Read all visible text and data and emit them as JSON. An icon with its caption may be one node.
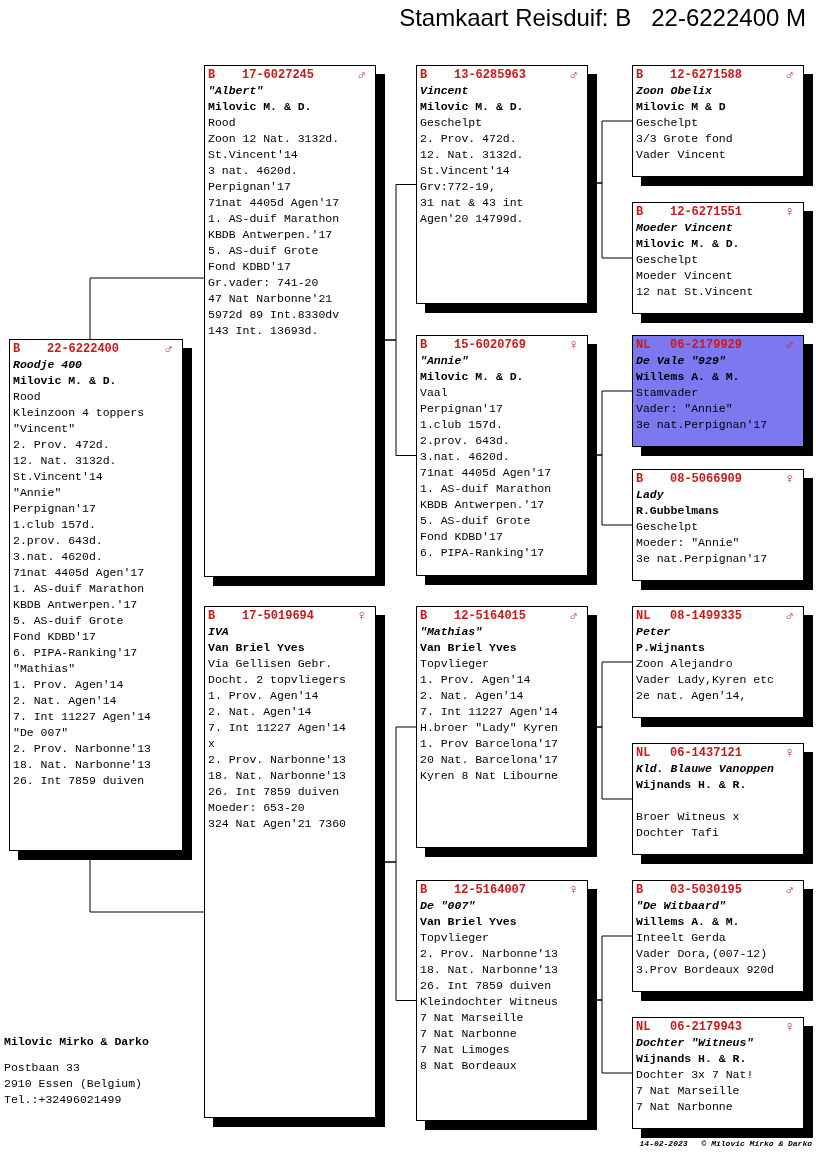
{
  "diagram": {
    "title": "Stamkaart Reisduif: B   22-6222400 M",
    "nodes": [
      {
        "text": [
          "B",
          "22-6222400",
          "♂",
          "Roodje 400",
          "Milovic M. & D.",
          "Rood",
          "Kleinzoon 4 toppers",
          "\"Vincent\"",
          "2. Prov. 472d.",
          "12. Nat. 3132d.",
          "St.Vincent'14",
          "\"Annie\"",
          "Perpignan'17",
          "1.club 157d.",
          "2.prov. 643d.",
          "3.nat. 4620d.",
          "71nat 4405d Agen'17",
          "1. AS-duif Marathon",
          "KBDB Antwerpen.'17",
          "5. AS-duif Grote",
          "Fond KDBD'17",
          "6. PIPA-Ranking'17",
          "\"Mathias\"",
          "1. Prov. Agen'14",
          "2. Nat. Agen'14",
          "7. Int 11227 Agen'14",
          "\"De 007\"",
          "2. Prov. Narbonne'13",
          "18. Nat. Narbonne'13",
          "26. Int 7859 duiven"
        ]
      },
      {
        "text": [
          "B",
          "17-6027245",
          "♂",
          "\"Albert\"",
          "Milovic M. & D.",
          "Rood",
          "Zoon 12 Nat. 3132d.",
          "St.Vincent'14",
          "3 nat. 4620d.",
          "Perpignan'17",
          "71nat 4405d Agen'17",
          "1. AS-duif Marathon",
          "KBDB Antwerpen.'17",
          "5. AS-duif Grote",
          "Fond KDBD'17",
          "Gr.vader: 741-20",
          "47 Nat Narbonne'21",
          "5972d 89 Int.8330dv",
          "143 Int. 13693d."
        ]
      },
      {
        "text": [
          "B",
          "17-5019694",
          "♀",
          "IVA",
          "Van Briel Yves",
          "Via Gellisen Gebr.",
          "Docht. 2 topvliegers",
          "1. Prov. Agen'14",
          "2. Nat. Agen'14",
          "7. Int 11227 Agen'14",
          "x",
          "2. Prov. Narbonne'13",
          "18. Nat. Narbonne'13",
          "26. Int 7859 duiven",
          "Moeder: 653-20",
          "324 Nat Agen'21 7360"
        ]
      },
      {
        "text": [
          "B",
          "13-6285963",
          "♂",
          "Vincent",
          "Milovic M. & D.",
          "Geschelpt",
          "2. Prov. 472d.",
          "12. Nat. 3132d.",
          "St.Vincent'14",
          "Grv:772-19,",
          "31 nat & 43 int",
          "Agen'20 14799d."
        ]
      },
      {
        "text": [
          "B",
          "15-6020769",
          "♀",
          "\"Annie\"",
          "Milovic M. & D.",
          "Vaal",
          "Perpignan'17",
          "1.club 157d.",
          "2.prov. 643d.",
          "3.nat. 4620d.",
          "71nat 4405d Agen'17",
          "1. AS-duif Marathon",
          "KBDB Antwerpen.'17",
          "5. AS-duif Grote",
          "Fond KDBD'17",
          "6. PIPA-Ranking'17"
        ]
      },
      {
        "text": [
          "B",
          "12-5164015",
          "♂",
          "\"Mathias\"",
          "Van Briel Yves",
          "Topvlieger",
          "1. Prov. Agen'14",
          "2. Nat. Agen'14",
          "7. Int 11227 Agen'14",
          "H.broer \"Lady\" Kyren",
          "1. Prov Barcelona'17",
          "20 Nat. Barcelona'17",
          "Kyren 8 Nat Libourne"
        ]
      },
      {
        "text": [
          "B",
          "12-5164007",
          "♀",
          "De \"007\"",
          "Van Briel Yves",
          "Topvlieger",
          "2. Prov. Narbonne'13",
          "18. Nat. Narbonne'13",
          "26. Int 7859 duiven",
          "Kleindochter Witneus",
          "7 Nat Marseille",
          "7 Nat Narbonne",
          "7 Nat Limoges",
          "8 Nat Bordeaux"
        ]
      },
      {
        "text": [
          "B",
          "12-6271588",
          "♂",
          "Zoon Obelix",
          "Milovic M & D",
          "Geschelpt",
          "3/3 Grote fond",
          "Vader Vincent"
        ]
      },
      {
        "text": [
          "B",
          "12-6271551",
          "♀",
          "Moeder Vincent",
          "Milovic M. & D.",
          "Geschelpt",
          "Moeder Vincent",
          "12 nat St.Vincent"
        ]
      },
      {
        "text": [
          "NL",
          "06-2179929",
          "♂",
          "De Vale \"929\"",
          "Willems A. & M.",
          "Stamvader",
          "Vader: \"Annie\"",
          "3e nat.Perpignan'17"
        ]
      },
      {
        "text": [
          "B",
          "08-5066909",
          "♀",
          "Lady",
          "R.Gubbelmans",
          "Geschelpt",
          "Moeder: \"Annie\"",
          "3e nat.Perpignan'17"
        ]
      },
      {
        "text": [
          "NL",
          "08-1499335",
          "♂",
          "Peter",
          "P.Wijnants",
          "Zoon Alejandro",
          "Vader Lady,Kyren etc",
          "2e nat. Agen'14,"
        ]
      },
      {
        "text": [
          "NL",
          "06-1437121",
          "♀",
          "Kld. Blauwe Vanoppen",
          "Wijnands H. & R.",
          "Broer Witneus x",
          "Dochter Tafi"
        ]
      },
      {
        "text": [
          "B",
          "03-5030195",
          "♂",
          "\"De Witbaard\"",
          "Willems A. & M.",
          "Inteelt Gerda",
          "Vader Dora,(007-12)",
          "3.Prov Bordeaux 920d"
        ]
      },
      {
        "text": [
          "NL",
          "06-2179943",
          "♀",
          "Dochter \"Witneus\"",
          "Wijnands H. & R.",
          "Dochter 3x 7 Nat!",
          "7 Nat Marseille",
          "7 Nat Narbonne"
        ]
      }
    ],
    "edges": [
      {
        "from": 0,
        "to": 1,
        "arrow": "none"
      },
      {
        "from": 0,
        "to": 2,
        "arrow": "none"
      },
      {
        "from": 1,
        "to": 3,
        "arrow": "none"
      },
      {
        "from": 1,
        "to": 4,
        "arrow": "none"
      },
      {
        "from": 2,
        "to": 5,
        "arrow": "none"
      },
      {
        "from": 2,
        "to": 6,
        "arrow": "none"
      },
      {
        "from": 3,
        "to": 7,
        "arrow": "none"
      },
      {
        "from": 3,
        "to": 8,
        "arrow": "none"
      },
      {
        "from": 4,
        "to": 9,
        "arrow": "none"
      },
      {
        "from": 4,
        "to": 10,
        "arrow": "none"
      },
      {
        "from": 5,
        "to": 11,
        "arrow": "none"
      },
      {
        "from": 5,
        "to": 12,
        "arrow": "none"
      },
      {
        "from": 6,
        "to": 13,
        "arrow": "none"
      },
      {
        "from": 6,
        "to": 14,
        "arrow": "none"
      }
    ],
    "labels": [
      "Milovic Mirko & Darko",
      "Postbaan 33",
      "2910 Essen (Belgium)",
      "Tel.:+32496021499",
      "14-02-2023",
      "© Milovic Mirko & Darko"
    ]
  }
}
